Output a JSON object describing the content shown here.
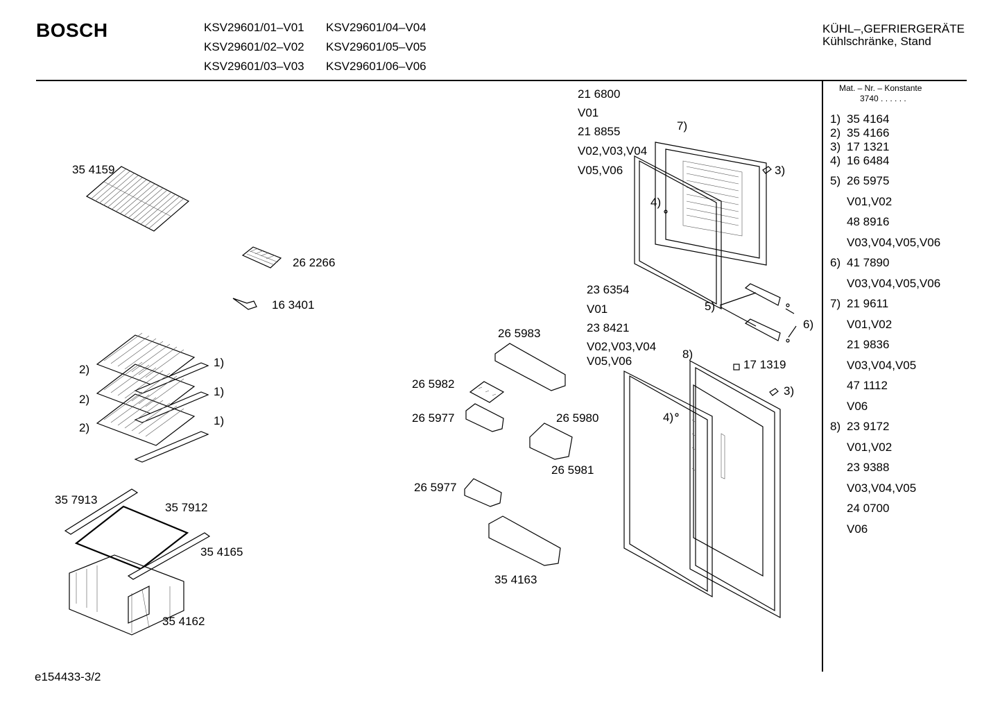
{
  "header": {
    "brand": "BOSCH",
    "models": [
      "KSV29601/01–V01",
      "KSV29601/02–V02",
      "KSV29601/03–V03",
      "KSV29601/04–V04",
      "KSV29601/05–V05",
      "KSV29601/06–V06"
    ],
    "category_line1": "KÜHL–,GEFRIERGERÄTE",
    "category_line2": "Kühlschränke, Stand"
  },
  "sidebar": {
    "heading": "Mat. – Nr. – Konstante",
    "constant": "3740  .  .  .  .  .  .",
    "entries": [
      {
        "num": "1)",
        "text": "35 4164"
      },
      {
        "num": "2)",
        "text": "35 4166"
      },
      {
        "num": "3)",
        "text": "17 1321"
      },
      {
        "num": "4)",
        "text": "16 6484"
      },
      {
        "num": "5)",
        "text": "26 5975"
      },
      {
        "num": "",
        "text": "V01,V02"
      },
      {
        "num": "",
        "text": "48 8916"
      },
      {
        "num": "",
        "text": "V03,V04,V05,V06"
      },
      {
        "num": "6)",
        "text": "41 7890"
      },
      {
        "num": "",
        "text": "V03,V04,V05,V06"
      },
      {
        "num": "7)",
        "text": "21 9611"
      },
      {
        "num": "",
        "text": "V01,V02"
      },
      {
        "num": "",
        "text": "21 9836"
      },
      {
        "num": "",
        "text": "V03,V04,V05"
      },
      {
        "num": "",
        "text": "47 1112"
      },
      {
        "num": "",
        "text": "V06"
      },
      {
        "num": "8)",
        "text": "23 9172"
      },
      {
        "num": "",
        "text": "V01,V02"
      },
      {
        "num": "",
        "text": "23 9388"
      },
      {
        "num": "",
        "text": "V03,V04,V05"
      },
      {
        "num": "",
        "text": "24 0700"
      },
      {
        "num": "",
        "text": "V06"
      }
    ]
  },
  "labels": {
    "p354159": "35 4159",
    "p262266": "26 2266",
    "p163401": "16 3401",
    "shelf_2a": "2)",
    "shelf_2b": "2)",
    "shelf_2c": "2)",
    "shelf_1a": "1)",
    "shelf_1b": "1)",
    "shelf_1c": "1)",
    "p357913": "35 7913",
    "p357912": "35 7912",
    "p354165": "35 4165",
    "p354162": "35 4162",
    "p265983": "26 5983",
    "p265982": "26 5982",
    "p265977a": "26 5977",
    "p265980": "26 5980",
    "p265981": "26 5981",
    "p265977b": "26 5977",
    "p354163": "35 4163",
    "p216800": "21 6800",
    "v01a": "V01",
    "p218855": "21 8855",
    "v02v03v04a": "V02,V03,V04",
    "v05v06a": "V05,V06",
    "c7": "7)",
    "c3a": "3)",
    "c4a": "4)",
    "p236354": "23 6354",
    "v01b": "V01",
    "p238421": "23 8421",
    "v02v03v04b": "V02,V03,V04",
    "v05v06b": "V05,V06",
    "c5": "5)",
    "c6": "6)",
    "c8": "8)",
    "p171319": "17 1319",
    "c3b": "3)",
    "c4b": "4)"
  },
  "footer": {
    "code": "e154433-3/2"
  }
}
